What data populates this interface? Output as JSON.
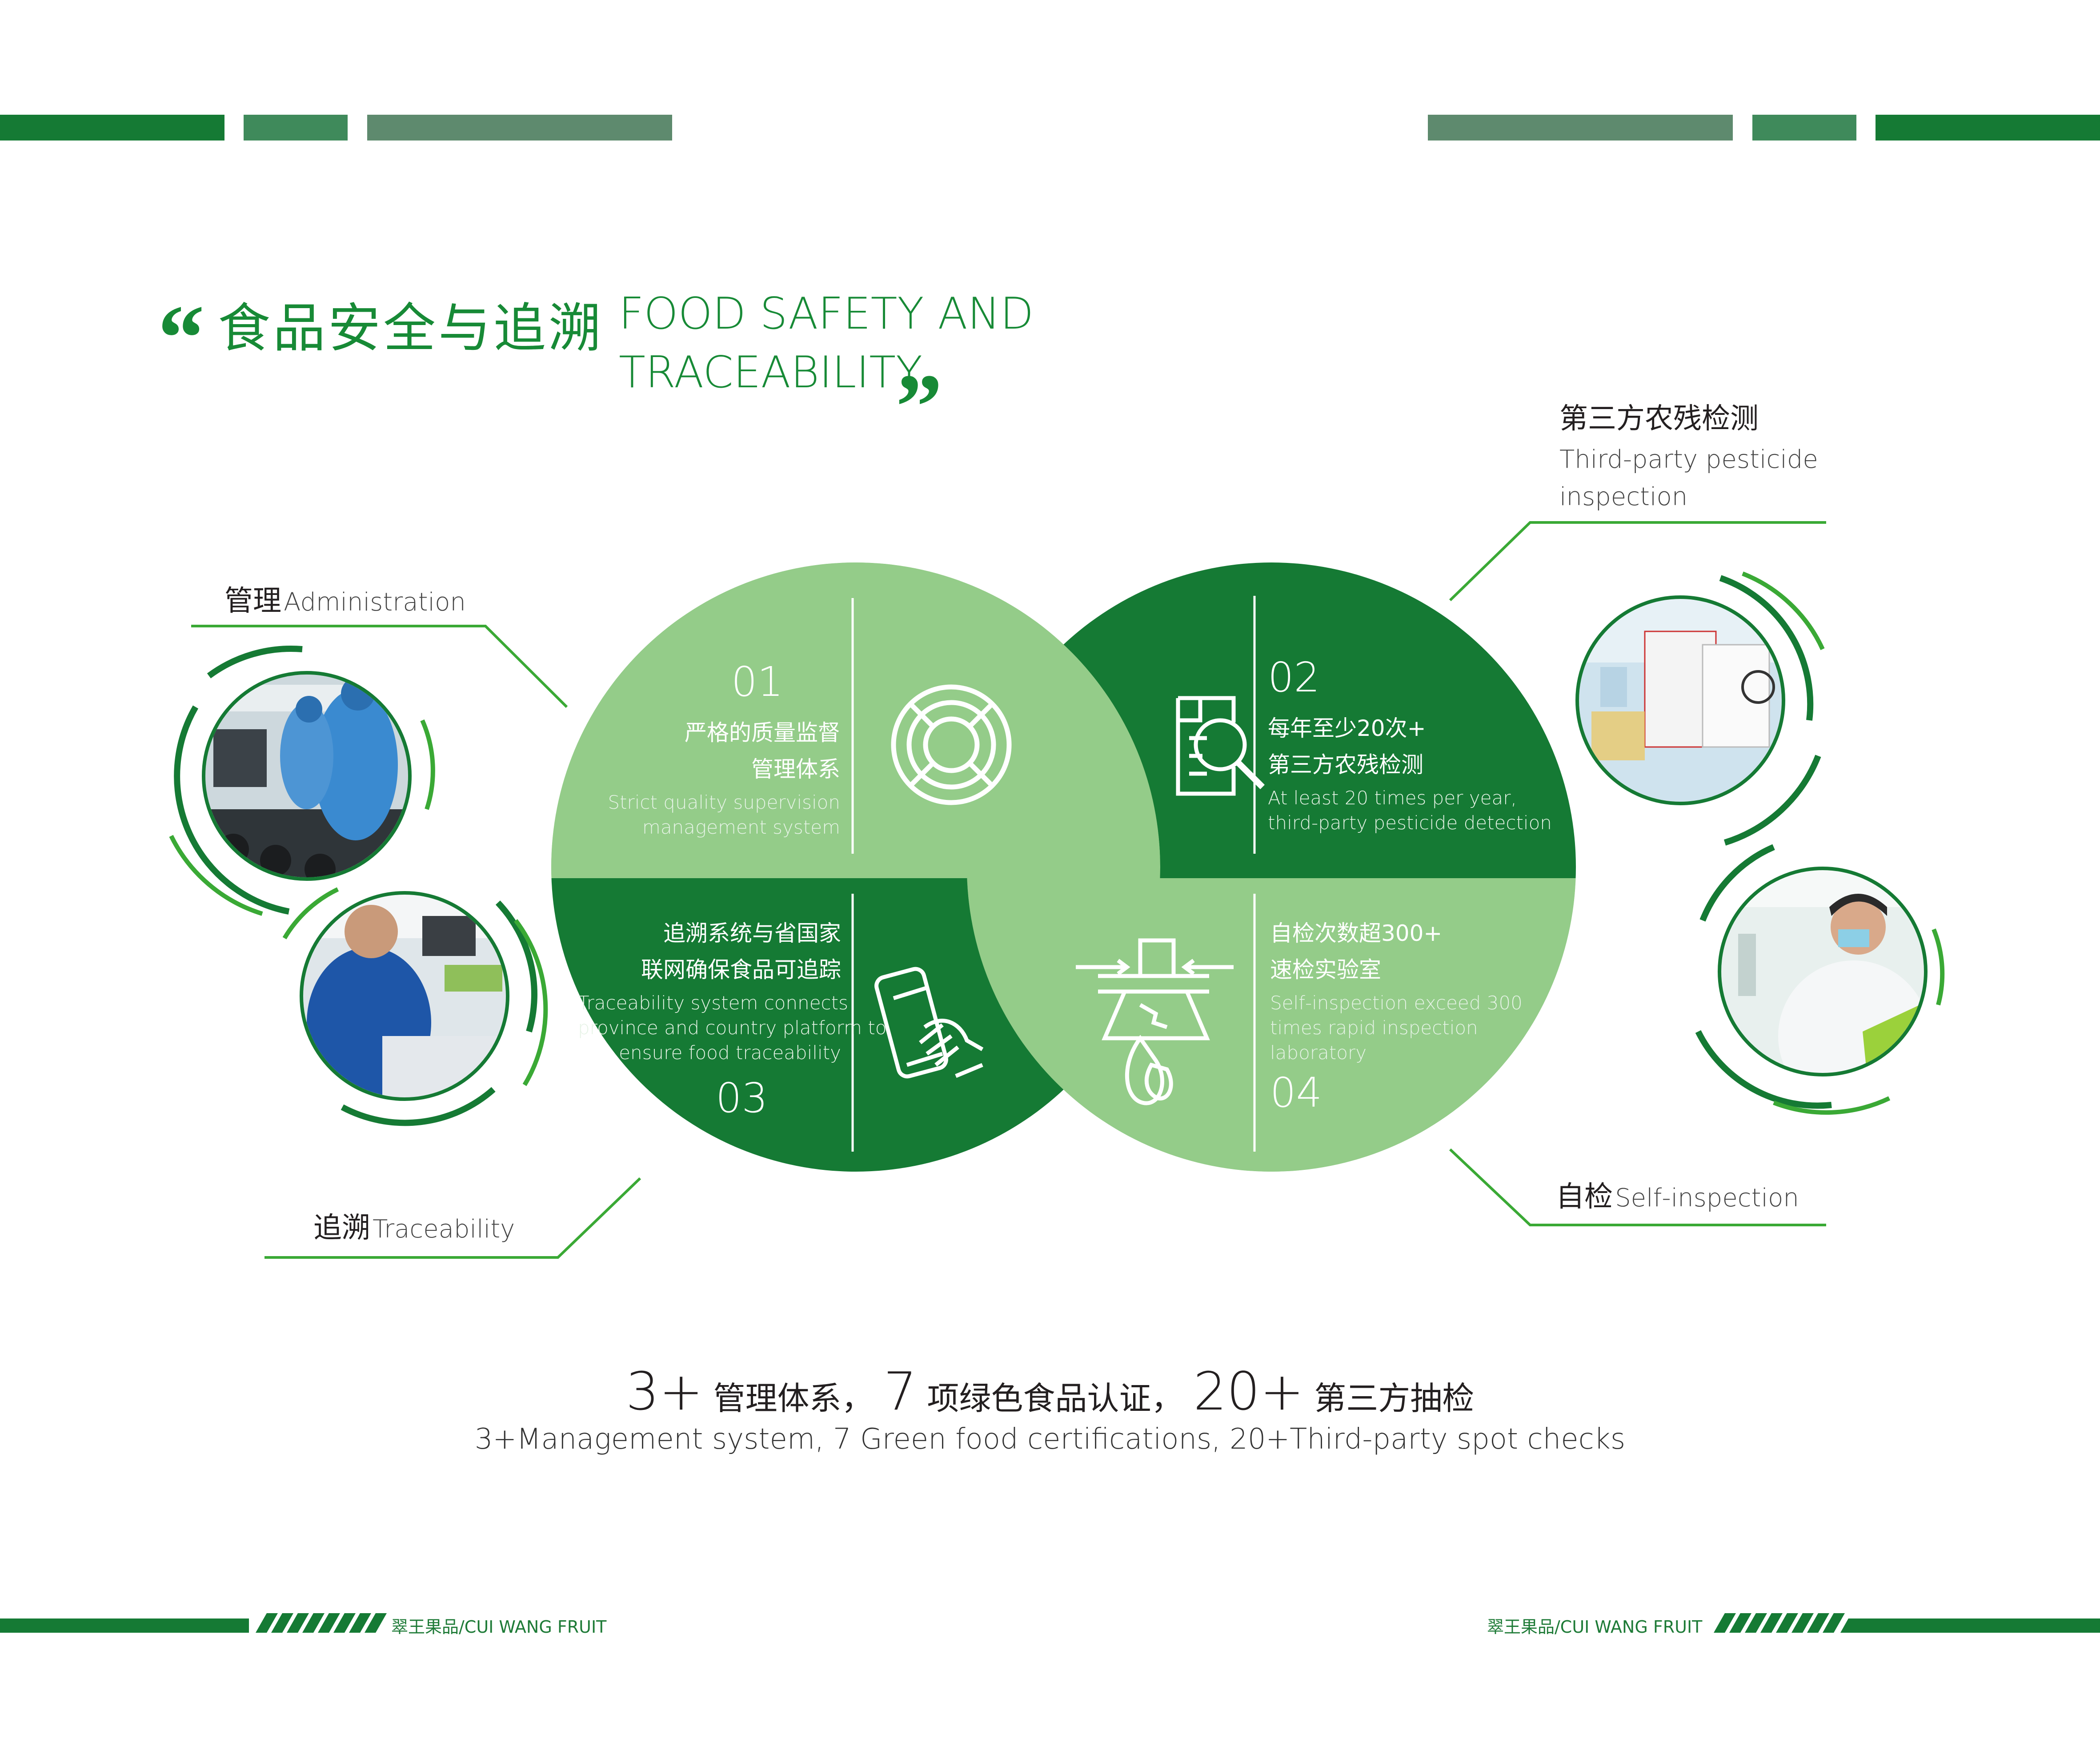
{
  "colors": {
    "dark_green": "#157a34",
    "mid_green": "#5e8a6e",
    "light_green": "#94cc89",
    "accent_line": "#3aa935",
    "text_dark": "#231f20"
  },
  "title": {
    "open_quote": "“",
    "close_quote": "”",
    "cn": "食品安全与追溯",
    "en_line1": "FOOD SAFETY AND",
    "en_line2": "TRACEABILITY"
  },
  "labels": {
    "administration": {
      "cn": "管理",
      "en": "Administration"
    },
    "traceability": {
      "cn": "追溯",
      "en": "Traceability"
    },
    "third_party": {
      "cn": "第三方农残检测",
      "en_line1": "Third-party pesticide",
      "en_line2": "inspection"
    },
    "self_inspection": {
      "cn": "自检",
      "en": "Self-inspection"
    }
  },
  "segments": [
    {
      "num": "01",
      "cn_line1": "严格的质量监督",
      "cn_line2": "管理体系",
      "en_line1": "Strict quality supervision",
      "en_line2": "management system",
      "icon": "lifebuoy-icon"
    },
    {
      "num": "02",
      "cn_line1": "每年至少20次+",
      "cn_line2": "第三方农残检测",
      "en_line1": "At least 20 times per year,",
      "en_line2": "third-party pesticide detection",
      "icon": "document-search-icon"
    },
    {
      "num": "03",
      "cn_line1": "追溯系统与省国家",
      "cn_line2": "联网确保食品可追踪",
      "en_line1": "Traceability system connects",
      "en_line2": "province and country platform to",
      "en_line3": "ensure food traceability",
      "icon": "phone-hand-icon"
    },
    {
      "num": "04",
      "cn_line1": "自检次数超300+",
      "cn_line2": "速检实验室",
      "en_line1": "Self-inspection exceed 300",
      "en_line2": "times rapid inspection",
      "en_line3": "laboratory",
      "icon": "drop-press-icon"
    }
  ],
  "summary": {
    "n1": "3+",
    "t1": "管理体系，",
    "n2": "7",
    "t2": "项绿色食品认证，",
    "n3": "20+",
    "t3": "第三方抽检",
    "en": "3+Management system, 7 Green food certifications, 20+Third-party spot checks"
  },
  "footer": {
    "left": "翠王果品/CUI WANG FRUIT",
    "right": "翠王果品/CUI WANG FRUIT"
  },
  "photos": {
    "workers_line": "photo-sorting-line",
    "worker_packing": "photo-worker-packing",
    "lab_documents": "photo-lab-documents",
    "lab_technician": "photo-lab-technician"
  }
}
